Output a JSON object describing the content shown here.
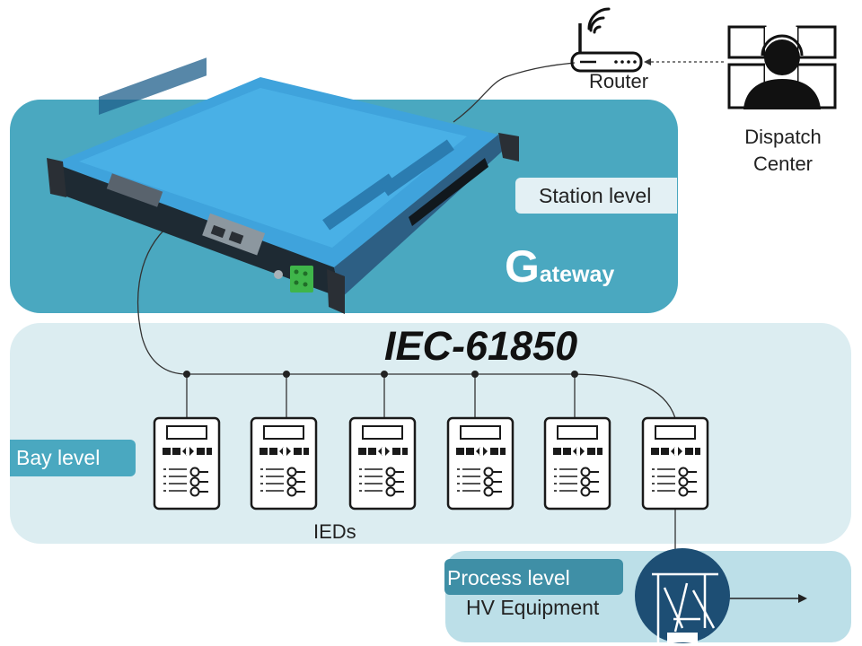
{
  "zones": {
    "station": {
      "label": "Station level",
      "device_label_initial": "G",
      "device_label_rest": "ateway"
    },
    "bay": {
      "label": "Bay level",
      "devices_caption": "IEDs"
    },
    "process": {
      "label": "Process level",
      "equipment_caption": "HV Equipment"
    }
  },
  "protocol_title": "IEC-61850",
  "router": {
    "label": "Router"
  },
  "dispatch": {
    "label": "Dispatch Center"
  },
  "ied_count": 6,
  "icons": [
    "gateway-server-icon",
    "router-icon",
    "operator-monitors-icon",
    "ied-device-icon",
    "transmission-tower-icon",
    "arrow-right-icon"
  ],
  "colors": {
    "station_zone": "#4aa8c0",
    "bay_zone": "#dcedf1",
    "process_zone": "#bcdfe8",
    "gateway_chassis": "#3fa3dc",
    "hv_badge": "#1d4e74"
  }
}
